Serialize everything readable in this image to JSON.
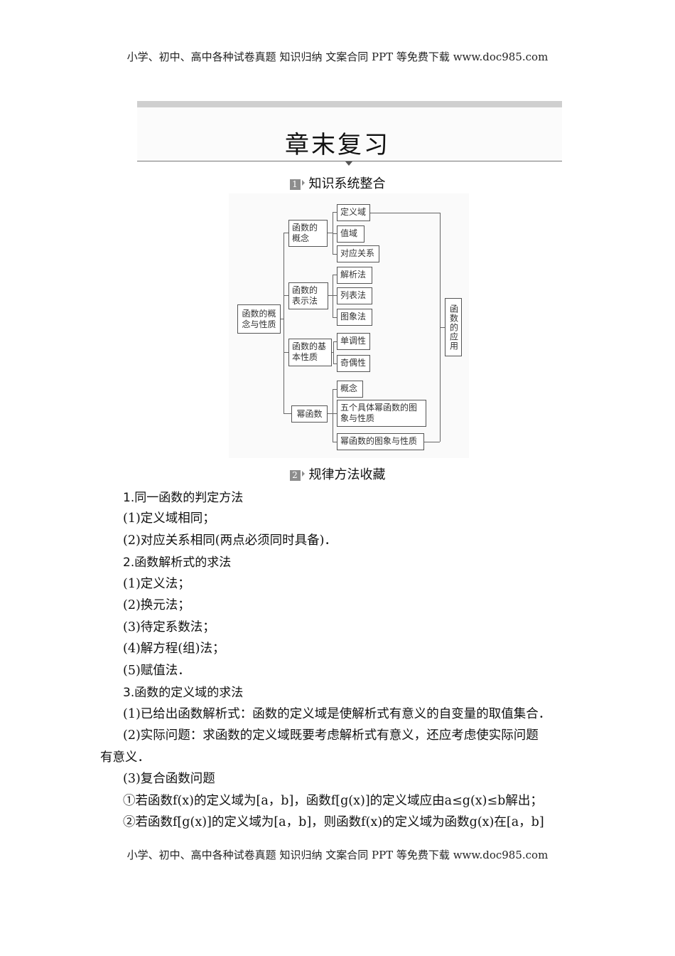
{
  "watermark": {
    "top": "小学、初中、高中各种试卷真题 知识归纳 文案合同 PPT 等免费下载   www.doc985.com",
    "bottom": "小学、初中、高中各种试卷真题 知识归纳 文案合同 PPT 等免费下载   www.doc985.com"
  },
  "banner": {
    "title": "章末复习"
  },
  "sections": [
    {
      "number": "1",
      "title": "知识系统整合"
    },
    {
      "number": "2",
      "title": "规律方法收藏"
    }
  ],
  "diagram": {
    "root": "函数的概念与性质",
    "branches": [
      {
        "label": "函数的概念",
        "children": [
          "定义域",
          "值域",
          "对应关系"
        ]
      },
      {
        "label": "函数的表示法",
        "children": [
          "解析法",
          "列表法",
          "图象法"
        ]
      },
      {
        "label": "函数的基本性质",
        "children": [
          "单调性",
          "奇偶性"
        ]
      },
      {
        "label": "幂函数",
        "children": [
          "概念",
          "五个具体幂函数的图象与性质",
          "幂函数的图象与性质"
        ]
      }
    ],
    "application": "函数的应用"
  },
  "content": {
    "h1": "1.同一函数的判定方法",
    "h1_items": [
      "(1)定义域相同；",
      "(2)对应关系相同(两点必须同时具备)．"
    ],
    "h2": "2.函数解析式的求法",
    "h2_items": [
      "(1)定义法；",
      "(2)换元法；",
      "(3)待定系数法；",
      "(4)解方程(组)法；",
      "(5)赋值法．"
    ],
    "h3": "3.函数的定义域的求法",
    "h3_p1": "(1)已给出函数解析式：函数的定义域是使解析式有意义的自变量的取值集合．",
    "h3_p2a": "(2)实际问题：求函数的定义域既要考虑解析式有意义，还应考虑使实际问题",
    "h3_p2b": "有意义．",
    "h3_p3": "(3)复合函数问题",
    "h3_p4": "①若函数f(x)的定义域为[a，b]，函数f[g(x)]的定义域应由a≤g(x)≤b解出；",
    "h3_p5": "②若函数f[g(x)]的定义域为[a，b]，则函数f(x)的定义域为函数g(x)在[a，b]"
  }
}
